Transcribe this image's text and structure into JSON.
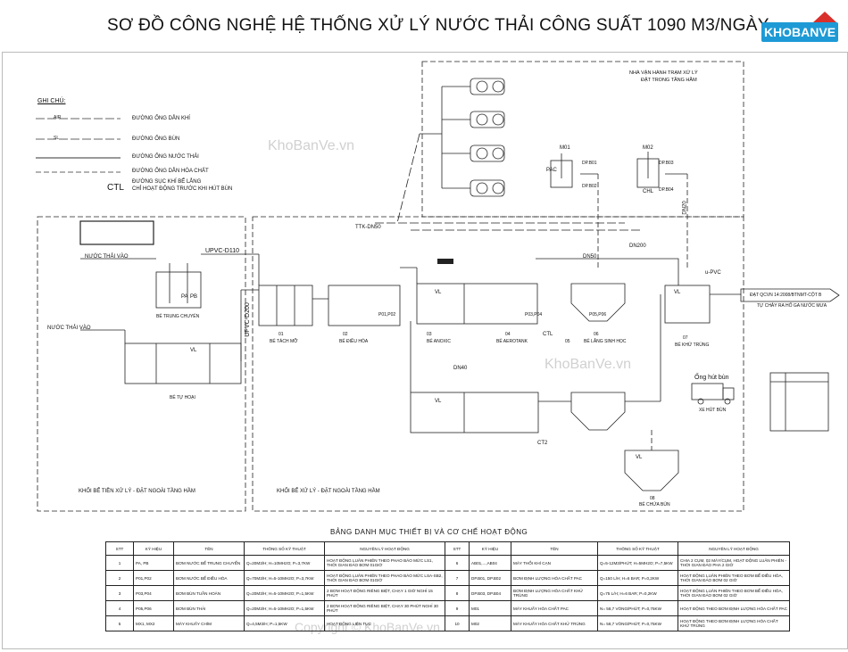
{
  "title": "SƠ ĐỒ CÔNG NGHỆ HỆ THỐNG XỬ LÝ NƯỚC THẢI CÔNG SUẤT 1090 M3/NGÀY",
  "logo": "KHOBANVE",
  "watermarks": [
    "KhoBanVe.vn",
    "KhoBanVe.vn",
    "Copyright © KhoBanVe.vn"
  ],
  "legend": {
    "heading": "GHI CHÚ:",
    "items": [
      {
        "symbol": "AIR",
        "label": "ĐƯỜNG ỐNG DẪN KHÍ"
      },
      {
        "symbol": "SL",
        "label": "ĐƯỜNG ỐNG BÙN"
      },
      {
        "symbol": "",
        "label": "ĐƯỜNG ỐNG NƯỚC THẢI"
      },
      {
        "symbol": "",
        "label": "ĐƯỜNG ỐNG DẪN HÓA CHẤT"
      },
      {
        "symbol": "CTL",
        "label": "ĐƯỜNG SỤC KHÍ BỂ LẮNG"
      },
      {
        "symbol": "",
        "label": "CHỈ HOẠT ĐỘNG TRƯỚC KHI HÚT BÙN"
      }
    ]
  },
  "zones": {
    "operation_house": "NHÀ VẬN HÀNH TRẠM XỬ LÝ",
    "operation_house_sub": "ĐẶT TRONG TẦNG HẦM",
    "pretreatment": "KHỐI BỂ TIỀN XỬ LÝ - ĐẶT NGOÀI TẦNG HẦM",
    "treatment": "KHỐI BỂ XỬ LÝ - ĐẶT NGOÀI TẦNG HẦM"
  },
  "labels": {
    "inlet1": "NƯỚC THẢI VÀO",
    "inlet2": "NƯỚC THẢI VÀO",
    "pipe_upvc1": "UPVC-D110",
    "pipe_upvc2": "UPVC-D200",
    "pipe_ttk": "TTK-DN50",
    "pipe_dn50": "DN50",
    "pipe_dn200": "DN200",
    "pipe_dn40": "DN40",
    "pipe_dn20": "DN20",
    "upvc_out": "u-PVC",
    "outlet": "ĐẠT QCVN 14:2008/BTNMT-CỘT B",
    "outlet2": "TỰ CHẢY RA HỐ GA NƯỚC MƯA",
    "truck": "Ống hút bùn",
    "truck_sub": "XE HÚT BÙN",
    "tank_pa": "PA",
    "tank_pb": "PB",
    "tank_vl": "VL",
    "pac": "PAC",
    "chl": "CHL",
    "m01": "M01",
    "m02": "M02",
    "ctl": "CTL",
    "ct2": "CT2",
    "p01p02": "P01,P02",
    "p03p04": "P03,P04",
    "p05p06": "P05,P06",
    "dp01": "DP.B01",
    "dp02": "DP.B02",
    "dp03": "DP.B03",
    "dp04": "DP.B04",
    "tank_names": [
      "01",
      "02",
      "03",
      "04",
      "05",
      "06",
      "07",
      "08"
    ],
    "tank_captions": [
      "BỂ TRUNG CHUYỂN",
      "BỂ TỰ HOẠI",
      "BỂ TÁCH MỠ",
      "BỂ ĐIỀU HÒA",
      "BỂ ANOXIC",
      "BỂ AEROTANK",
      "BỂ LẮNG SINH HỌC",
      "BỂ KHỬ TRÙNG",
      "BỂ CHỨA BÙN"
    ]
  },
  "table": {
    "title": "BẢNG DANH MỤC THIẾT BỊ VÀ CƠ CHẾ HOẠT ĐỘNG",
    "headers": [
      "STT",
      "KÝ HIỆU",
      "TÊN",
      "THÔNG SỐ KỸ THUẬT",
      "NGUYÊN LÝ HOẠT ĐỘNG",
      "STT",
      "KÝ HIỆU",
      "TÊN",
      "THÔNG SỐ KỸ THUẬT",
      "NGUYÊN LÝ HOẠT ĐỘNG"
    ],
    "rows": [
      [
        "1",
        "PA, PB",
        "BƠM NƯỚC BỂ TRUNG CHUYỂN",
        "Q=20M3/H; H=10MH2O; P=3,7KW",
        "HOẠT ĐỘNG LUÂN PHIÊN THEO PHAO BÁO MỨC LS1, THỜI GIAN ĐẢO BƠM 01GIỜ",
        "6",
        "AB01,...,AB04",
        "MÁY THỔI KHÍ CẠN",
        "Q=5-12M3/PHÚT; H=5MH2O; P=7,5KW",
        "CHIA 2 CỤM, 02 MÁY/CỤM, HOẠT ĐỘNG LUÂN PHIÊN - THỜI GIAN ĐẢO PHA 2 GIỜ"
      ],
      [
        "2",
        "P01,P02",
        "BƠM NƯỚC BỂ ĐIỀU HÒA",
        "Q=70M3/H; H=5-10MH2O; P=3,7KW",
        "HOẠT ĐỘNG LUÂN PHIÊN THEO PHAO BÁO MỨC LSA-SB2, THỜI GIAN ĐẢO BƠM 01GIỜ",
        "7",
        "DP.B01, DP.B02",
        "BƠM ĐỊNH LƯỢNG HÓA CHẤT PAC",
        "Q=150 L/H; H=6 BAR; P=0,2KW",
        "HOẠT ĐỘNG LUÂN PHIÊN THEO BƠM BỂ ĐIỀU HÒA, THỜI GIAN ĐẢO BƠM 02 GIỜ"
      ],
      [
        "3",
        "P03,P04",
        "BƠM BÙN TUẦN HOÀN",
        "Q=20M3/H; H=5-10MH2O; P=1,5KW",
        "2 BƠM HOẠT ĐỘNG RIÊNG BIỆT, CHẠY 1 GIỜ NGHỈ 15 PHÚT",
        "8",
        "DP.B03, DP.B04",
        "BƠM ĐỊNH LƯỢNG HÓA CHẤT KHỬ TRÙNG",
        "Q=75 L/H; H=6 BAR; P=0,2KW",
        "HOẠT ĐỘNG LUÂN PHIÊN THEO BƠM BỂ ĐIỀU HÒA, THỜI GIAN ĐẢO BƠM 02 GIỜ"
      ],
      [
        "4",
        "P05,P06",
        "BƠM BÙN THẢI",
        "Q=20M3/H; H=5-10MH2O; P=1,5KW",
        "2 BƠM HOẠT ĐỘNG RIÊNG BIỆT, CHẠY 30 PHÚT NGHỈ 30 PHÚT",
        "9",
        "M01",
        "MÁY KHUẤY HÓA CHẤT PAC",
        "N= 58,7 VÒNG/PHÚT; P=0,75KW",
        "HOẠT ĐỘNG THEO BƠM ĐỊNH LƯỢNG HÓA CHẤT PAC"
      ],
      [
        "5",
        "MX1, MX2",
        "MÁY KHUẤY CHÌM",
        "Q=4,5M3/H; P=1,5KW",
        "HOẠT ĐỘNG LIÊN TỤC",
        "10",
        "M02",
        "MÁY KHUẤY HÓA CHẤT KHỬ TRÙNG",
        "N= 58,7 VÒNG/PHÚT; P=0,75KW",
        "HOẠT ĐỘNG THEO BƠM ĐỊNH LƯỢNG HÓA CHẤT KHỬ TRÙNG"
      ]
    ]
  }
}
